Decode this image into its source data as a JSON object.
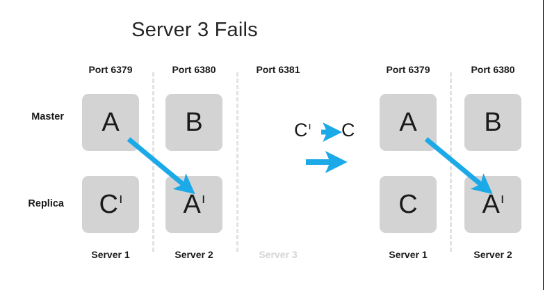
{
  "slide": {
    "title": "Server 3 Fails",
    "background_color": "#ffffff",
    "accent_color": "#1ca9e8",
    "node_fill_color": "#d3d3d3",
    "text_color": "#1a1a1a",
    "dimmed_color": "#d4d4d4"
  },
  "row_labels": {
    "master": "Master",
    "replica": "Replica"
  },
  "left_cluster": {
    "columns": [
      {
        "port_label": "Port 6379",
        "server_label": "Server 1",
        "dimmed": false,
        "master": {
          "letter": "A",
          "prime": ""
        },
        "replica": {
          "letter": "C",
          "prime": "ı"
        }
      },
      {
        "port_label": "Port 6380",
        "server_label": "Server 2",
        "dimmed": false,
        "master": {
          "letter": "B",
          "prime": ""
        },
        "replica": {
          "letter": "A",
          "prime": "ı"
        }
      },
      {
        "port_label": "Port 6381",
        "server_label": "Server 3",
        "dimmed": true,
        "master": null,
        "replica": null
      }
    ]
  },
  "middle_legend": {
    "from_letter": "C",
    "from_prime": "ı",
    "to_letter": "C",
    "arrow_color": "#1ca9e8"
  },
  "right_cluster": {
    "columns": [
      {
        "port_label": "Port 6379",
        "server_label": "Server 1",
        "dimmed": false,
        "master": {
          "letter": "A",
          "prime": ""
        },
        "replica": {
          "letter": "C",
          "prime": ""
        }
      },
      {
        "port_label": "Port 6380",
        "server_label": "Server 2",
        "dimmed": false,
        "master": {
          "letter": "B",
          "prime": ""
        },
        "replica": {
          "letter": "A",
          "prime": "ı"
        }
      }
    ]
  },
  "arrows": {
    "left_promotion": {
      "from": "Server 1 Master A",
      "to": "Server 2 Replica A'"
    },
    "right_promotion": {
      "from": "Server 1 Master A",
      "to": "Server 2 Replica A'"
    }
  }
}
